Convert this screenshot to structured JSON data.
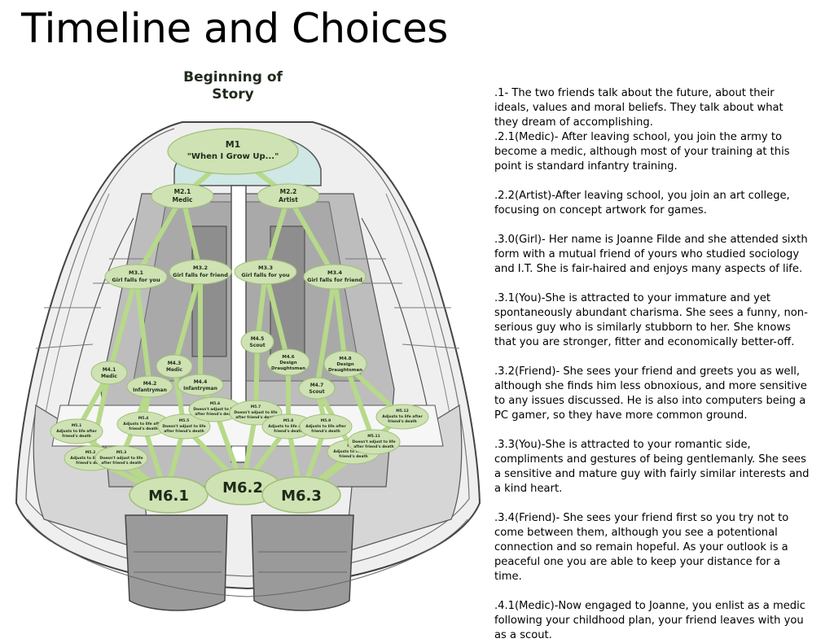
{
  "title": "Timeline and Choices",
  "diagram": {
    "start_label_1": "Beginning of",
    "start_label_2": "Story",
    "nodes": {
      "m1_id": "M1",
      "m1_sub": "\"When I Grow Up...\"",
      "m21_id": "M2.1",
      "m21_sub": "Medic",
      "m22_id": "M2.2",
      "m22_sub": "Artist",
      "m31_id": "M3.1",
      "m31_sub": "Girl falls for you",
      "m32_id": "M3.2",
      "m32_sub": "Girl falls for friend",
      "m33_id": "M3.3",
      "m33_sub": "Girl falls for you",
      "m34_id": "M3.4",
      "m34_sub": "Girl falls for friend",
      "m41_id": "M4.1",
      "m41_sub": "Medic",
      "m42_id": "M4.2",
      "m42_sub": "Infantryman",
      "m43_id": "M4.3",
      "m43_sub": "Medic",
      "m44_id": "M4.4",
      "m44_sub": "Infantryman",
      "m45_id": "M4.5",
      "m45_sub": "Scout",
      "m46_id": "M4.6",
      "m46_sub1": "Design",
      "m46_sub2": "Draughtsman",
      "m47_id": "M4.7",
      "m47_sub": "Scout",
      "m48_id": "M4.8",
      "m48_sub1": "Design",
      "m48_sub2": "Draughtsman",
      "m51_id": "M5.1",
      "m51_sub1": "Adjusts to life after",
      "m51_sub2": "friend's death",
      "m52_id": "M5.2",
      "m52_sub1": "Adjusts to life after",
      "m52_sub2": "friend's death",
      "m53_id": "M5.3",
      "m53_sub1": "Doesn't adjust to life",
      "m53_sub2": "after friend's death",
      "m54_id": "M5.4",
      "m54_sub1": "Adjusts to life after",
      "m54_sub2": "friend's death",
      "m55_id": "M5.5",
      "m55_sub1": "Doesn't adjust to life",
      "m55_sub2": "after friend's death",
      "m56_id": "M5.6",
      "m56_sub1": "Doesn't adjust to life",
      "m56_sub2": "after friend's death",
      "m57_id": "M5.7",
      "m57_sub1": "Doesn't adjust to life",
      "m57_sub2": "after friend's death",
      "m58_id": "M5.8",
      "m58_sub1": "Adjusts to life after",
      "m58_sub2": "friend's death",
      "m59_id": "M5.9",
      "m59_sub1": "Adjusts to life after",
      "m59_sub2": "friend's death",
      "m510_id": "M5.10",
      "m510_sub1": "Adjusts to life after",
      "m510_sub2": "friend's death",
      "m511_id": "M5.11",
      "m511_sub1": "Doesn't adjust to life",
      "m511_sub2": "after friend's death",
      "m512_id": "M5.12",
      "m512_sub1": "Adjusts to life after",
      "m512_sub2": "friend's death",
      "m61": "M6.1",
      "m62": "M6.2",
      "m63": "M6.3"
    }
  },
  "notes": [
    ".1- The two friends talk about the future, about their ideals, values and moral beliefs. They talk about what they dream of accomplishing.",
    ".2.1(Medic)- After leaving school, you join the army to become a medic, although most of your training at this point is standard infantry training.",
    ".2.2(Artist)-After leaving school, you join an art college, focusing on concept artwork for games.",
    ".3.0(Girl)- Her name is Joanne Filde and she attended sixth form with a mutual friend of yours who studied sociology and I.T. She is fair-haired and enjoys many aspects of life.",
    ".3.1(You)-She is attracted to your immature and yet spontaneously abundant charisma. She sees a funny, non-serious guy who is similarly stubborn to her. She knows that you are stronger, fitter and economically better-off.",
    ".3.2(Friend)- She sees your friend and greets you as well, although she finds him less obnoxious, and more sensitive to any issues discussed. He is also into computers being a PC gamer, so they have more common ground.",
    ".3.3(You)-She is attracted to your romantic side, compliments and gestures of being gentlemanly. She sees a sensitive and mature guy with fairly similar interests and a kind heart.",
    ".3.4(Friend)- She sees your friend first so you try not to come between them, although you see a potentional connection and so remain hopeful. As your outlook is a peaceful one you are able to keep your distance for a time.",
    ".4.1(Medic)-Now engaged to Joanne, you enlist as a medic following your childhood plan, your friend leaves with you as a scout."
  ]
}
